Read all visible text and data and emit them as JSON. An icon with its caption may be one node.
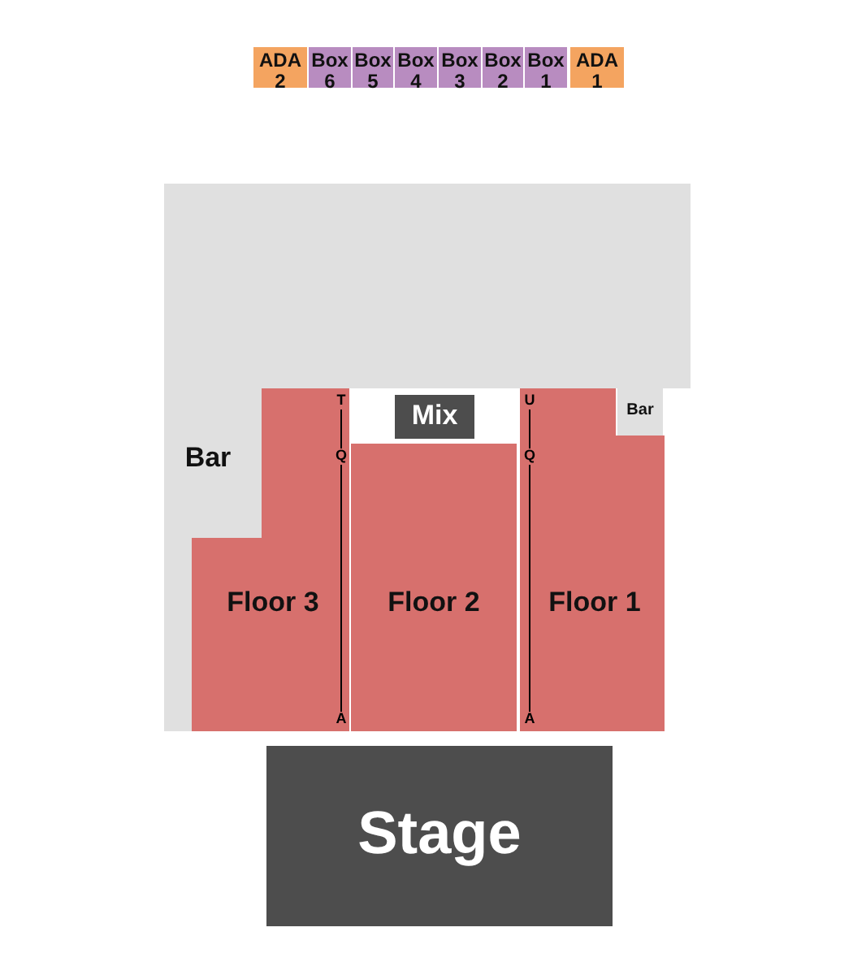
{
  "diagram": {
    "nodes": [
      {
        "text": [
          "ADA 2"
        ]
      },
      {
        "text": [
          "Box 6"
        ]
      },
      {
        "text": [
          "Box 5"
        ]
      },
      {
        "text": [
          "Box 4"
        ]
      },
      {
        "text": [
          "Box 3"
        ]
      },
      {
        "text": [
          "Box 2"
        ]
      },
      {
        "text": [
          "Box 1"
        ]
      },
      {
        "text": [
          "ADA 1"
        ]
      },
      {
        "text": [
          "Bar"
        ]
      },
      {
        "text": [
          "Floor 3"
        ]
      },
      {
        "text": [
          "Mix"
        ]
      },
      {
        "text": [
          "Floor 2"
        ]
      },
      {
        "text": [
          "Floor 1"
        ]
      },
      {
        "text": [
          "Bar"
        ]
      },
      {
        "text": [
          "Stage"
        ]
      }
    ],
    "labels": [
      "T",
      "U",
      "Q",
      "Q",
      "A",
      "A"
    ]
  }
}
